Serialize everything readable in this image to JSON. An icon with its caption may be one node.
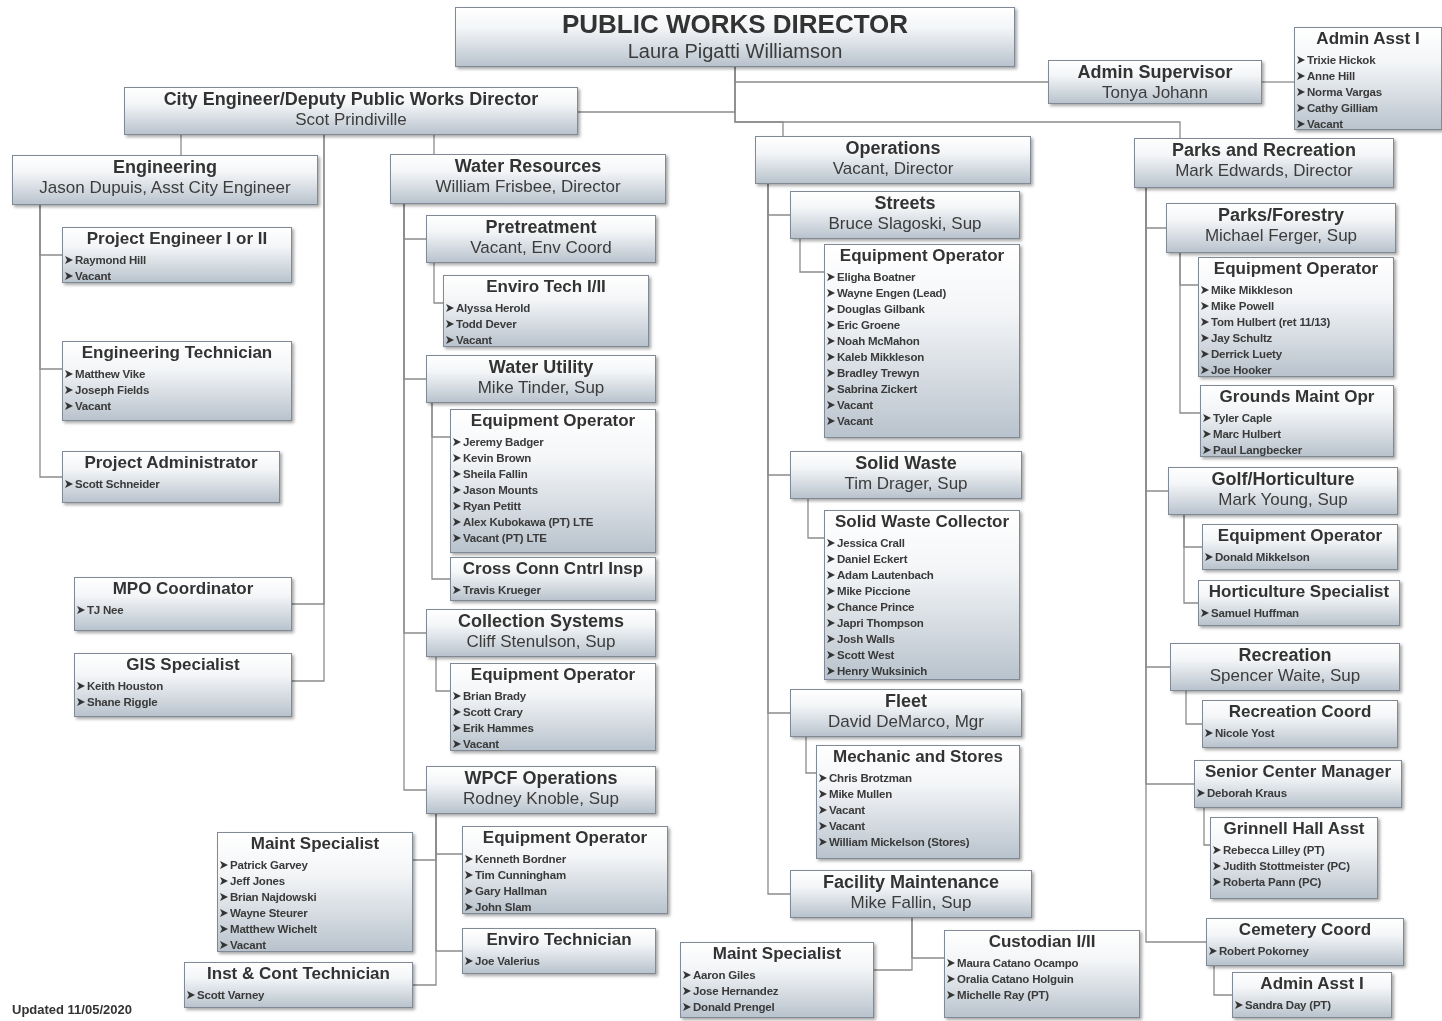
{
  "diagram": {
    "nodes": [
      {
        "text": [
          "PUBLIC WORKS DIRECTOR",
          "Laura Pigatti Williamson"
        ]
      },
      {
        "text": [
          "Admin Supervisor",
          "Tonya Johann"
        ]
      },
      {
        "text": [
          "Admin Asst I",
          "Trixie Hickok",
          "Anne Hill",
          "Norma Vargas",
          "Cathy Gilliam",
          "Vacant"
        ]
      },
      {
        "text": [
          "City Engineer/Deputy Public Works Director",
          "Scot Prindiville"
        ]
      },
      {
        "text": [
          "Engineering",
          "Jason Dupuis, Asst City Engineer"
        ]
      },
      {
        "text": [
          "Project Engineer I or II",
          "Raymond Hill",
          "Vacant"
        ]
      },
      {
        "text": [
          "Engineering Technician",
          "Matthew Vike",
          "Joseph Fields",
          "Vacant"
        ]
      },
      {
        "text": [
          "Project Administrator",
          "Scott Schneider"
        ]
      },
      {
        "text": [
          "MPO Coordinator",
          "TJ Nee"
        ]
      },
      {
        "text": [
          "GIS Specialist",
          "Keith Houston",
          "Shane Riggle"
        ]
      },
      {
        "text": [
          "Water Resources",
          "William Frisbee, Director"
        ]
      },
      {
        "text": [
          "Pretreatment",
          "Vacant, Env Coord"
        ]
      },
      {
        "text": [
          "Enviro Tech I/II",
          "Alyssa Herold",
          "Todd Dever",
          "Vacant"
        ]
      },
      {
        "text": [
          "Water Utility",
          "Mike Tinder, Sup"
        ]
      },
      {
        "text": [
          "Equipment Operator",
          "Jeremy Badger",
          "Kevin Brown",
          "Sheila Fallin",
          "Jason Mounts",
          "Ryan Petitt",
          "Alex Kubokawa (PT) LTE",
          "Vacant (PT) LTE"
        ]
      },
      {
        "text": [
          "Cross Conn Cntrl Insp",
          "Travis Krueger"
        ]
      },
      {
        "text": [
          "Collection Systems",
          "Cliff Stenulson, Sup"
        ]
      },
      {
        "text": [
          "Equipment Operator",
          "Brian Brady",
          "Scott Crary",
          "Erik Hammes",
          "Vacant"
        ]
      },
      {
        "text": [
          "WPCF Operations",
          "Rodney Knoble, Sup"
        ]
      },
      {
        "text": [
          "Maint Specialist",
          "Patrick Garvey",
          "Jeff Jones",
          "Brian Najdowski",
          "Wayne Steurer",
          "Matthew Wichelt",
          "Vacant"
        ]
      },
      {
        "text": [
          "Equipment Operator",
          "Kenneth Bordner",
          "Tim Cunningham",
          "Gary Hallman",
          "John Slam"
        ]
      },
      {
        "text": [
          "Enviro Technician",
          "Joe Valerius"
        ]
      },
      {
        "text": [
          "Inst & Cont Technician",
          "Scott Varney"
        ]
      },
      {
        "text": [
          "Operations",
          "Vacant, Director"
        ]
      },
      {
        "text": [
          "Streets",
          "Bruce Slagoski, Sup"
        ]
      },
      {
        "text": [
          "Equipment Operator",
          "Eligha Boatner",
          "Wayne Engen (Lead)",
          "Douglas Gilbank",
          "Eric Groene",
          "Noah McMahon",
          "Kaleb Mikkleson",
          "Bradley Trewyn",
          "Sabrina Zickert",
          "Vacant",
          "Vacant"
        ]
      },
      {
        "text": [
          "Solid Waste",
          "Tim Drager, Sup"
        ]
      },
      {
        "text": [
          "Solid Waste Collector",
          "Jessica Crall",
          "Daniel Eckert",
          "Adam Lautenbach",
          "Mike Piccione",
          "Chance Prince",
          "Japri Thompson",
          "Josh Walls",
          "Scott West",
          "Henry Wuksinich"
        ]
      },
      {
        "text": [
          "Fleet",
          "David DeMarco, Mgr"
        ]
      },
      {
        "text": [
          "Mechanic and Stores",
          "Chris Brotzman",
          "Mike Mullen",
          "Vacant",
          "Vacant",
          "William Mickelson (Stores)"
        ]
      },
      {
        "text": [
          "Facility Maintenance",
          "Mike Fallin, Sup"
        ]
      },
      {
        "text": [
          "Maint Specialist",
          "Aaron Giles",
          "Jose Hernandez",
          "Donald Prengel"
        ]
      },
      {
        "text": [
          "Custodian I/II",
          "Maura Catano Ocampo",
          "Oralia Catano Holguin",
          "Michelle Ray (PT)"
        ]
      },
      {
        "text": [
          "Parks and Recreation",
          "Mark Edwards, Director"
        ]
      },
      {
        "text": [
          "Parks/Forestry",
          "Michael Ferger, Sup"
        ]
      },
      {
        "text": [
          "Equipment Operator",
          "Mike Mikkleson",
          "Mike Powell",
          "Tom Hulbert (ret 11/13)",
          "Jay Schultz",
          "Derrick Luety",
          "Joe Hooker"
        ]
      },
      {
        "text": [
          "Grounds Maint Opr",
          "Tyler Caple",
          "Marc Hulbert",
          "Paul Langbecker"
        ]
      },
      {
        "text": [
          "Golf/Horticulture",
          "Mark Young, Sup"
        ]
      },
      {
        "text": [
          "Equipment Operator",
          "Donald Mikkelson"
        ]
      },
      {
        "text": [
          "Horticulture Specialist",
          "Samuel Huffman"
        ]
      },
      {
        "text": [
          "Recreation",
          "Spencer Waite, Sup"
        ]
      },
      {
        "text": [
          "Recreation Coord",
          "Nicole Yost"
        ]
      },
      {
        "text": [
          "Senior Center Manager",
          "Deborah Kraus"
        ]
      },
      {
        "text": [
          "Grinnell Hall Asst",
          "Rebecca Lilley (PT)",
          "Judith Stottmeister (PC)",
          "Roberta Pann (PC)"
        ]
      },
      {
        "text": [
          "Cemetery Coord",
          "Robert Pokorney"
        ]
      },
      {
        "text": [
          "Admin Asst I",
          "Sandra Day (PT)"
        ]
      }
    ],
    "edges": [
      {
        "from": 0,
        "to": 1,
        "arrow": "none"
      },
      {
        "from": 1,
        "to": 2,
        "arrow": "none"
      },
      {
        "from": 0,
        "to": 3,
        "arrow": "none"
      },
      {
        "from": 0,
        "to": 23,
        "arrow": "none"
      },
      {
        "from": 0,
        "to": 33,
        "arrow": "none"
      },
      {
        "from": 3,
        "to": 4,
        "arrow": "none"
      },
      {
        "from": 3,
        "to": 10,
        "arrow": "none"
      },
      {
        "from": 3,
        "to": 8,
        "arrow": "none"
      },
      {
        "from": 3,
        "to": 9,
        "arrow": "none"
      },
      {
        "from": 4,
        "to": 5,
        "arrow": "none"
      },
      {
        "from": 4,
        "to": 6,
        "arrow": "none"
      },
      {
        "from": 4,
        "to": 7,
        "arrow": "none"
      },
      {
        "from": 10,
        "to": 11,
        "arrow": "none"
      },
      {
        "from": 11,
        "to": 12,
        "arrow": "none"
      },
      {
        "from": 10,
        "to": 13,
        "arrow": "none"
      },
      {
        "from": 13,
        "to": 14,
        "arrow": "none"
      },
      {
        "from": 13,
        "to": 15,
        "arrow": "none"
      },
      {
        "from": 10,
        "to": 16,
        "arrow": "none"
      },
      {
        "from": 16,
        "to": 17,
        "arrow": "none"
      },
      {
        "from": 10,
        "to": 18,
        "arrow": "none"
      },
      {
        "from": 18,
        "to": 19,
        "arrow": "none"
      },
      {
        "from": 18,
        "to": 20,
        "arrow": "none"
      },
      {
        "from": 18,
        "to": 21,
        "arrow": "none"
      },
      {
        "from": 18,
        "to": 22,
        "arrow": "none"
      },
      {
        "from": 23,
        "to": 24,
        "arrow": "none"
      },
      {
        "from": 24,
        "to": 25,
        "arrow": "none"
      },
      {
        "from": 23,
        "to": 26,
        "arrow": "none"
      },
      {
        "from": 26,
        "to": 27,
        "arrow": "none"
      },
      {
        "from": 23,
        "to": 28,
        "arrow": "none"
      },
      {
        "from": 28,
        "to": 29,
        "arrow": "none"
      },
      {
        "from": 23,
        "to": 30,
        "arrow": "none"
      },
      {
        "from": 30,
        "to": 31,
        "arrow": "none"
      },
      {
        "from": 30,
        "to": 32,
        "arrow": "none"
      },
      {
        "from": 33,
        "to": 34,
        "arrow": "none"
      },
      {
        "from": 34,
        "to": 35,
        "arrow": "none"
      },
      {
        "from": 34,
        "to": 36,
        "arrow": "none"
      },
      {
        "from": 33,
        "to": 37,
        "arrow": "none"
      },
      {
        "from": 37,
        "to": 38,
        "arrow": "none"
      },
      {
        "from": 37,
        "to": 39,
        "arrow": "none"
      },
      {
        "from": 33,
        "to": 40,
        "arrow": "none"
      },
      {
        "from": 40,
        "to": 41,
        "arrow": "none"
      },
      {
        "from": 33,
        "to": 42,
        "arrow": "none"
      },
      {
        "from": 42,
        "to": 43,
        "arrow": "none"
      },
      {
        "from": 33,
        "to": 44,
        "arrow": "none"
      },
      {
        "from": 44,
        "to": 45,
        "arrow": "none"
      }
    ],
    "labels": [
      "Updated 11/05/2020"
    ]
  }
}
